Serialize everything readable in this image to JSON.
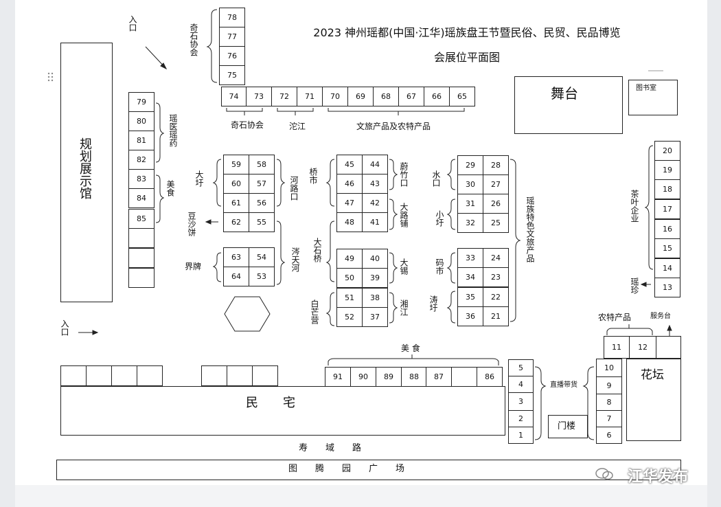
{
  "title_line1": "2023 神州瑶都(中国·江华)瑶族盘王节暨民俗、民贸、民品博览",
  "title_line2": "会展位平面图",
  "entrance": "入口",
  "planning_hall": "规划展示馆",
  "stage": "舞台",
  "library": "图书室",
  "flower_bed": "花坛",
  "gate_tower": "门楼",
  "residences": "民　　宅",
  "road": "寿　　域　　路",
  "square": "图　　腾　　园　　广　　场",
  "service_desk": "服务台",
  "live_streaming": "直播带货",
  "watermark": "江华发布",
  "groups": {
    "qishi_left": "奇石协会",
    "qishi_bottom": "奇石协会",
    "tuojiang": "沱江",
    "culture_tourism": "文旅产品及农特产品",
    "yao_medicine": "瑶医瑶药",
    "food_left": "美食",
    "dawei": "大圩",
    "hekoukou": "河路口",
    "doushabing": "豆沙饼",
    "jiepai": "界牌",
    "tuojiang_he": "涔天河",
    "qiaoshi": "桥市",
    "daishiqiao": "大石桥",
    "baimangying": "白芒营",
    "weizhukou": "蔚竹口",
    "daluopu": "大路铺",
    "daxi": "大锡",
    "xiangjiang": "湘江",
    "shuikou": "水口",
    "xiaowei": "小圩",
    "mashi": "码市",
    "taowei": "涛圩",
    "yao_culture": "瑶族特色文旅产品",
    "tea": "茶叶企业",
    "yaozhen": "瑶珍",
    "nongte": "农特产品",
    "food_bottom": "美 食"
  },
  "booths": {
    "b75": "75",
    "b76": "76",
    "b77": "77",
    "b78": "78",
    "b74": "74",
    "b73": "73",
    "b72": "72",
    "b71": "71",
    "b70": "70",
    "b69": "69",
    "b68": "68",
    "b67": "67",
    "b66": "66",
    "b65": "65",
    "b79": "79",
    "b80": "80",
    "b81": "81",
    "b82": "82",
    "b83": "83",
    "b84": "84",
    "b85": "85",
    "b59": "59",
    "b58": "58",
    "b60": "60",
    "b57": "57",
    "b61": "61",
    "b56": "56",
    "b62": "62",
    "b55": "55",
    "b63": "63",
    "b54": "54",
    "b64": "64",
    "b53": "53",
    "b45": "45",
    "b44": "44",
    "b46": "46",
    "b43": "43",
    "b47": "47",
    "b42": "42",
    "b48": "48",
    "b41": "41",
    "b49": "49",
    "b40": "40",
    "b50": "50",
    "b39": "39",
    "b51": "51",
    "b38": "38",
    "b52": "52",
    "b37": "37",
    "b29": "29",
    "b28": "28",
    "b30": "30",
    "b27": "27",
    "b31": "31",
    "b26": "26",
    "b32": "32",
    "b25": "25",
    "b33": "33",
    "b24": "24",
    "b34": "34",
    "b23": "23",
    "b35": "35",
    "b22": "22",
    "b36": "36",
    "b21": "21",
    "b20": "20",
    "b19": "19",
    "b18": "18",
    "b17": "17",
    "b16": "16",
    "b15": "15",
    "b14": "14",
    "b13": "13",
    "b91": "91",
    "b90": "90",
    "b89": "89",
    "b88": "88",
    "b87": "87",
    "b86": "86",
    "b5": "5",
    "b4": "4",
    "b3": "3",
    "b2": "2",
    "b1": "1",
    "b11": "11",
    "b12": "12",
    "b10": "10",
    "b9": "9",
    "b8": "8",
    "b7": "7",
    "b6": "6"
  }
}
